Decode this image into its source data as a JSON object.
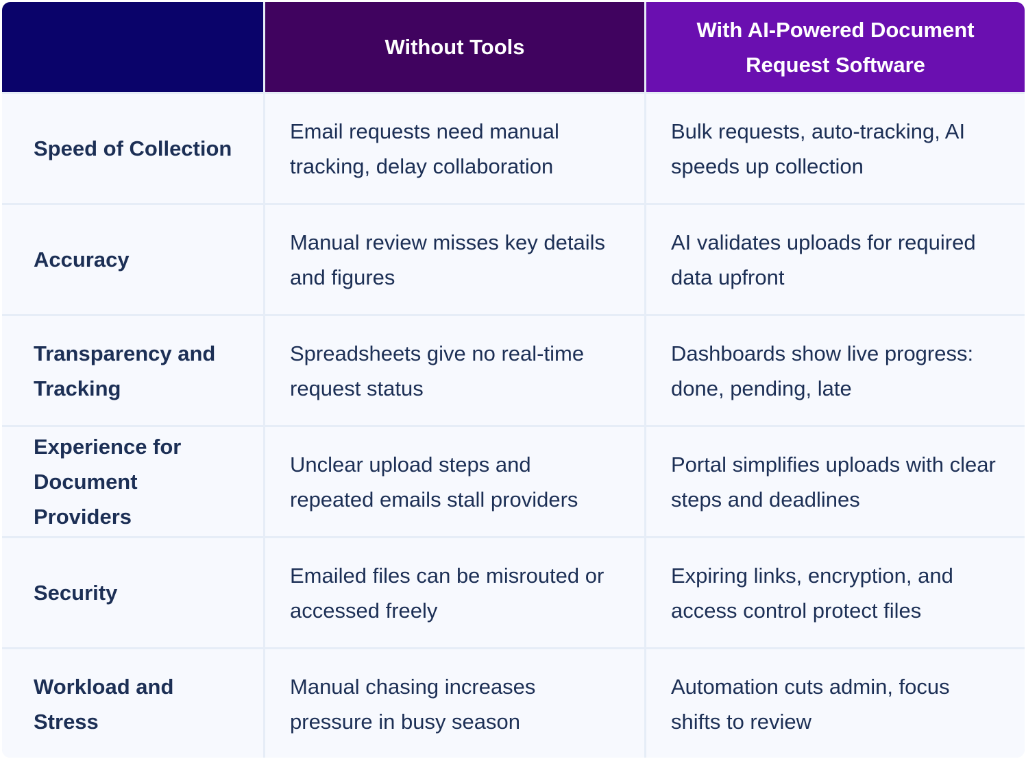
{
  "colors": {
    "header_label": "#0a036a",
    "header_without": "#40035f",
    "header_with": "#6a0fb0",
    "cell_bg": "#f7f9fe",
    "text": "#1c2f55"
  },
  "headers": [
    "",
    "Without Tools",
    "With AI-Powered Document Request Software"
  ],
  "rows": [
    {
      "label": "Speed of Collection",
      "without": "Email requests need manual tracking, delay collaboration",
      "with": "Bulk requests, auto-tracking, AI speeds up collection"
    },
    {
      "label": "Accuracy",
      "without": "Manual review misses key details and figures",
      "with": "AI validates uploads for required data upfront"
    },
    {
      "label": "Transparency and Tracking",
      "without": "Spreadsheets give no real-time request status",
      "with": "Dashboards show live progress: done, pending, late"
    },
    {
      "label": "Experience for Document Providers",
      "without": "Unclear upload steps and repeated emails stall providers",
      "with": "Portal simplifies uploads with clear steps and deadlines"
    },
    {
      "label": "Security",
      "without": "Emailed files can be misrouted or accessed freely",
      "with": "Expiring links, encryption, and access control protect files"
    },
    {
      "label": "Workload and Stress",
      "without": "Manual chasing increases pressure in busy season",
      "with": "Automation cuts admin, focus shifts to review"
    }
  ]
}
